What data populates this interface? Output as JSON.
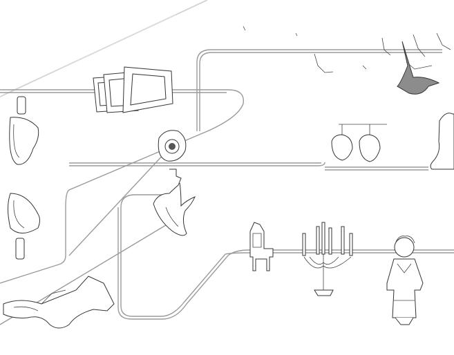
{
  "scene": {
    "background": "#ffffff",
    "pipe_color": "#9a9a9a",
    "ink_color": "#333333",
    "shadow_color": "#8c8c8c"
  },
  "objects": [
    "picture-frame-stack",
    "urinal",
    "pipe-gauge",
    "hand-sculpture",
    "gothic-chair",
    "candelabra",
    "doll-figure",
    "bird-flock",
    "dinosaur-claw",
    "urinal-pair"
  ]
}
